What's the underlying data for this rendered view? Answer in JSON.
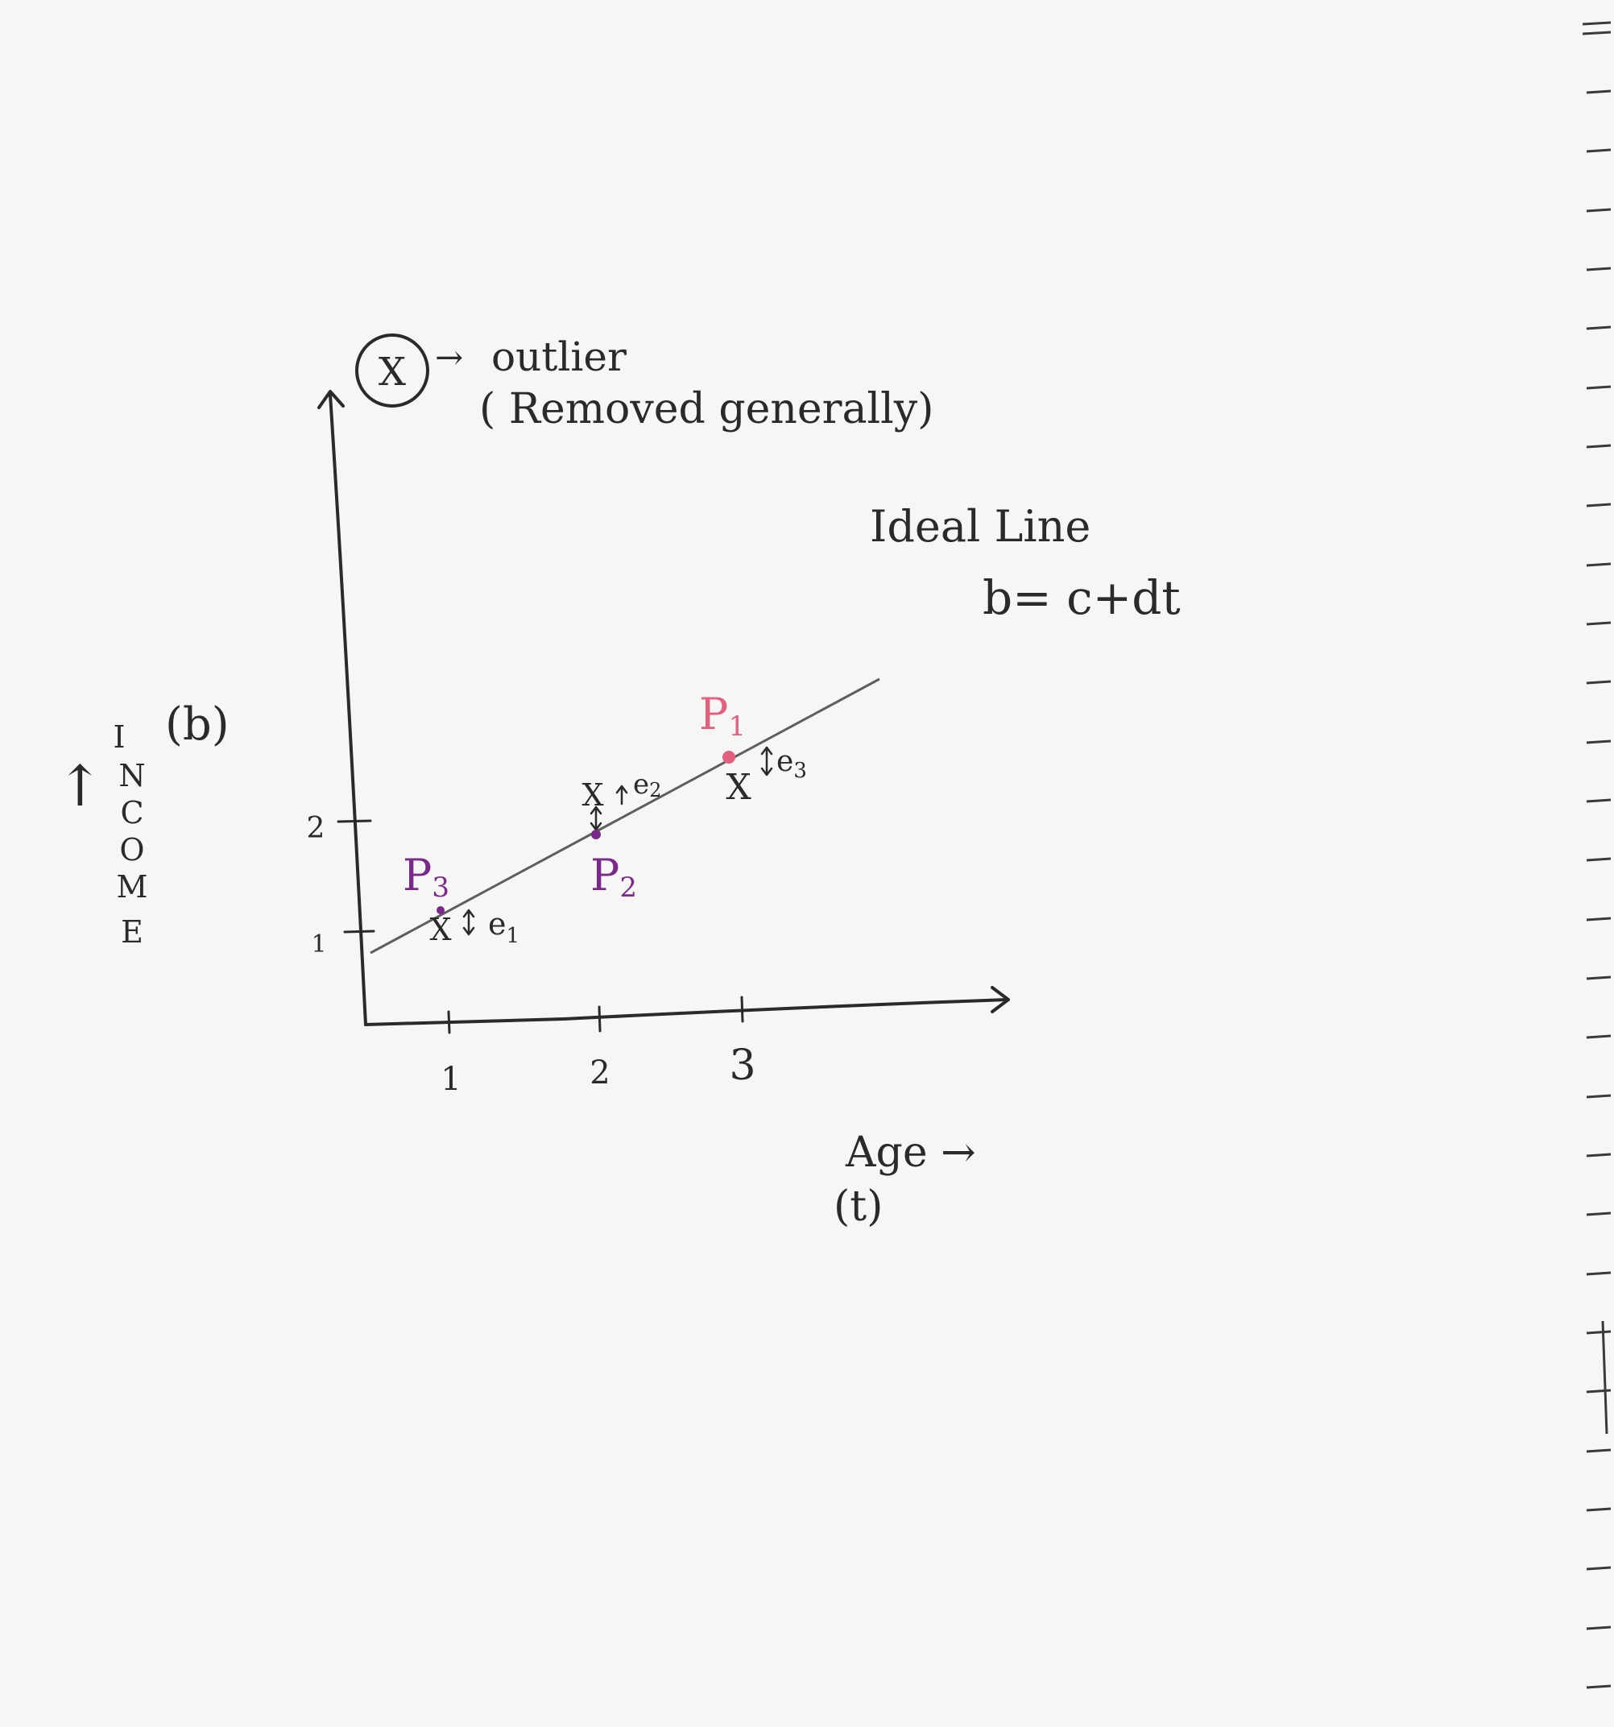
{
  "legend": {
    "symbol": "X",
    "arrow": "→",
    "outlier_label": "outlier",
    "outlier_note": "( Removed generally)"
  },
  "model": {
    "title": "Ideal Line",
    "equation": "b= c+dt"
  },
  "axes": {
    "y_label_letters": [
      "I",
      "N",
      "C",
      "O",
      "M",
      "E"
    ],
    "y_variable": "(b)",
    "y_arrow": "↑",
    "x_label": "Age →",
    "x_variable": "(t)",
    "x_ticks": [
      "1",
      "2",
      "3"
    ],
    "y_ticks": [
      "1",
      "2"
    ]
  },
  "points": [
    {
      "name": "P3",
      "label_main": "P",
      "label_sub": "3",
      "error": "e",
      "error_sub": "1",
      "color": "#7a2a8a"
    },
    {
      "name": "P2",
      "label_main": "P",
      "label_sub": "2",
      "error": "e",
      "error_sub": "2",
      "color": "#7a2a8a"
    },
    {
      "name": "P1",
      "label_main": "P",
      "label_sub": "1",
      "error": "e",
      "error_sub": "3",
      "color": "#e0607e"
    }
  ],
  "colors": {
    "ink": "#2a2a2a",
    "p1": "#e0607e",
    "p2_p3": "#7a2a8a",
    "paper": "#f6f6f4"
  }
}
